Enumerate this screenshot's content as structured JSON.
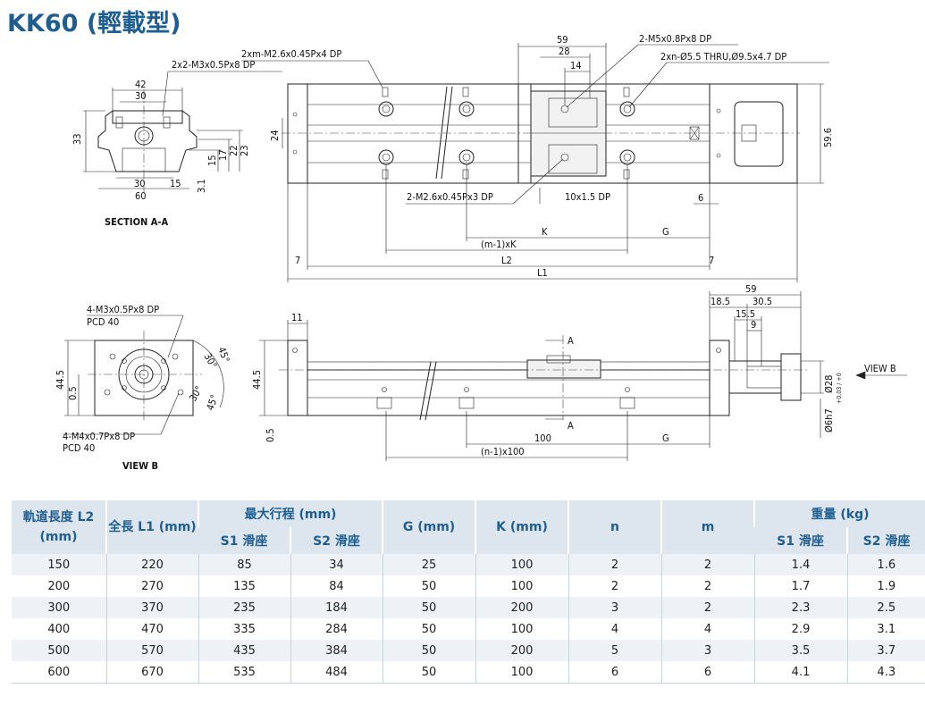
{
  "title": "KK60 (輕載型)",
  "drawing": {
    "top_view": {
      "labels": {
        "m_holes": "2xm-M2.6x0.45Px4 DP",
        "m5_holes": "2-M5x0.8Px8 DP",
        "thru_holes": "2xn-Ø5.5 THRU,Ø9.5x4.7 DP",
        "m26_holes": "2-M2.6x0.45Px3 DP",
        "dp_10": "10x1.5 DP",
        "d59": "59",
        "d28": "28",
        "d14": "14",
        "d24": "24",
        "d59_6": "59.6",
        "k": "K",
        "g": "G",
        "mk": "(m-1)xK",
        "l2": "L2",
        "l1": "L1",
        "d7a": "7",
        "d7b": "7",
        "d6": "6"
      }
    },
    "section": {
      "labels": {
        "m3_holes": "2x2-M3x0.5Px8 DP",
        "d42": "42",
        "d30": "30",
        "d33": "33",
        "d15a": "15",
        "d17": "17",
        "d22": "22",
        "d23": "23",
        "d30b": "30",
        "d15b": "15",
        "d31": "3.1",
        "d60": "60",
        "caption": "SECTION A-A"
      }
    },
    "view_b": {
      "labels": {
        "m3_pcd": "4-M3x0.5Px8 DP",
        "pcd_top": "PCD 40",
        "m4_pcd": "4-M4x0.7Px8 DP",
        "pcd_bottom": "PCD 40",
        "d445": "44.5",
        "d05": "0.5",
        "a45a": "45°",
        "a30a": "30°",
        "a30b": "30°",
        "a45b": "45°",
        "caption": "VIEW B"
      }
    },
    "side_view": {
      "labels": {
        "d11": "11",
        "d445": "44.5",
        "d05": "0.5",
        "sec_a_top": "A",
        "sec_a_bottom": "A",
        "d100": "100",
        "g": "G",
        "n100": "(n-1)x100",
        "d59": "59",
        "d185": "18.5",
        "d305": "30.5",
        "d155": "15.5",
        "d9": "9",
        "d28h7": "Ø28",
        "tol": "+0.03 / +0",
        "d6h7": "Ø6h7",
        "view_b_arrow": "VIEW B"
      }
    }
  },
  "table": {
    "headers": {
      "l2": "軌道長度 L2 (mm)",
      "l1": "全長 L1 (mm)",
      "stroke": "最大行程 (mm)",
      "stroke_s1": "S1 滑座",
      "stroke_s2": "S2 滑座",
      "g": "G (mm)",
      "k": "K (mm)",
      "n": "n",
      "m": "m",
      "weight": "重量 (kg)",
      "weight_s1": "S1 滑座",
      "weight_s2": "S2 滑座"
    },
    "rows": [
      [
        "150",
        "220",
        "85",
        "34",
        "25",
        "100",
        "2",
        "2",
        "1.4",
        "1.6"
      ],
      [
        "200",
        "270",
        "135",
        "84",
        "50",
        "100",
        "2",
        "2",
        "1.7",
        "1.9"
      ],
      [
        "300",
        "370",
        "235",
        "184",
        "50",
        "200",
        "3",
        "2",
        "2.3",
        "2.5"
      ],
      [
        "400",
        "470",
        "335",
        "284",
        "50",
        "100",
        "4",
        "4",
        "2.9",
        "3.1"
      ],
      [
        "500",
        "570",
        "435",
        "384",
        "50",
        "200",
        "5",
        "3",
        "3.5",
        "3.7"
      ],
      [
        "600",
        "670",
        "535",
        "484",
        "50",
        "100",
        "6",
        "6",
        "4.1",
        "4.3"
      ]
    ]
  }
}
